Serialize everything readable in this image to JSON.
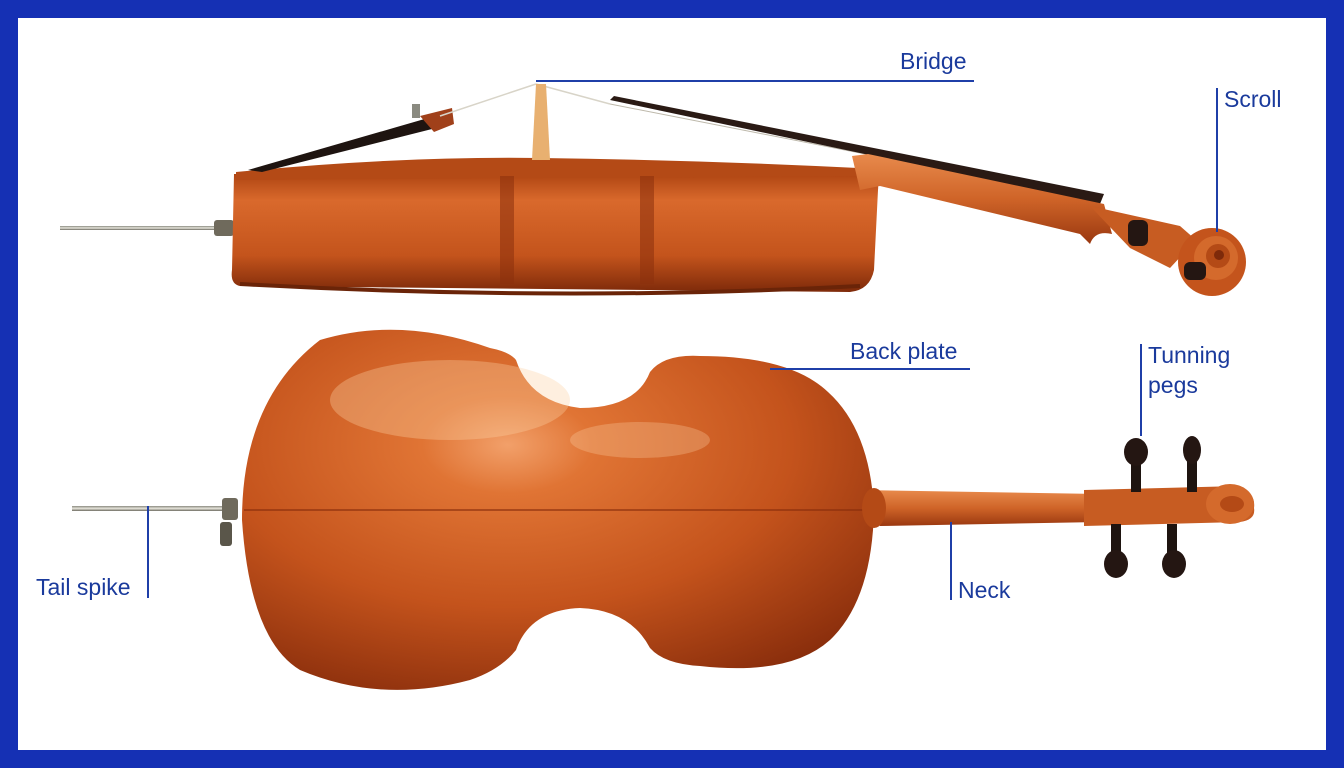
{
  "colors": {
    "frame": "#1530b4",
    "background": "#ffffff",
    "label_text": "#1a3a9c",
    "leader_line": "#1f3fa8",
    "wood_light": "#e07030",
    "wood_mid": "#c0501c",
    "wood_dark": "#8e2f0c",
    "ebony": "#2a1a14"
  },
  "diagram": {
    "views": [
      "side-view",
      "back-view"
    ],
    "labels": {
      "bridge": "Bridge",
      "scroll": "Scroll",
      "back_plate": "Back plate",
      "tuning_pegs": "Tunning\npegs",
      "tail_spike": "Tail spike",
      "neck": "Neck"
    }
  }
}
